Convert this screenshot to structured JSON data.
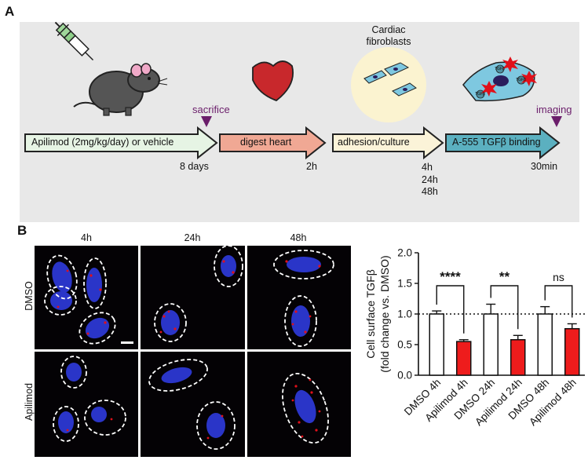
{
  "panel_a": {
    "letter": "A",
    "steps": [
      {
        "label": "Apilimod (2mg/kg/day) or vehicle",
        "time": "8 days",
        "color": "#e6f4e4"
      },
      {
        "label": "digest heart",
        "time": "2h",
        "color": "#f0a894"
      },
      {
        "label": "adhesion/culture",
        "time": "",
        "color": "#fbf3d8"
      },
      {
        "label": "A-555 TGFβ binding",
        "time": "30min",
        "color": "#5bb0c0"
      }
    ],
    "culture_times": [
      "4h",
      "24h",
      "48h"
    ],
    "markers": {
      "sacrifice": "sacrifice",
      "imaging": "imaging"
    },
    "cell_label": "Cardiac fibroblasts",
    "tgf_label": "TGFβ",
    "colors": {
      "marker": "#6b1e6b",
      "heart": "#c8282c",
      "cell": "#7ec8e0",
      "nucleus": "#2a1d5c",
      "circle_bg": "#fbf3d0"
    }
  },
  "panel_b": {
    "letter": "B",
    "col_labels": [
      "4h",
      "24h",
      "48h"
    ],
    "row_labels": [
      "DMSO",
      "Apilimod"
    ],
    "colors": {
      "nucleus": "#2a35c8",
      "tgf_spots": "#e0101a"
    }
  },
  "chart_data": {
    "type": "bar",
    "categories": [
      "DMSO 4h",
      "Apilimod 4h",
      "DMSO 24h",
      "Apilimod 24h",
      "DMSO 48h",
      "Apilimod 48h"
    ],
    "values": [
      1.0,
      0.55,
      1.0,
      0.58,
      1.0,
      0.76
    ],
    "errors": [
      0.05,
      0.03,
      0.16,
      0.07,
      0.12,
      0.08
    ],
    "bar_colors": [
      "#ffffff",
      "#ee1c1c",
      "#ffffff",
      "#ee1c1c",
      "#ffffff",
      "#ee1c1c"
    ],
    "ylabel_line1": "Cell surface TGFβ",
    "ylabel_line2": "(fold change vs. DMSO)",
    "ylim": [
      0.0,
      2.0
    ],
    "yticks": [
      "0.0",
      "0.5",
      "1.0",
      "1.5",
      "2.0"
    ],
    "reference_line": 1.0,
    "significance": [
      {
        "pair": [
          0,
          1
        ],
        "label": "****"
      },
      {
        "pair": [
          2,
          3
        ],
        "label": "**"
      },
      {
        "pair": [
          4,
          5
        ],
        "label": "ns"
      }
    ]
  }
}
